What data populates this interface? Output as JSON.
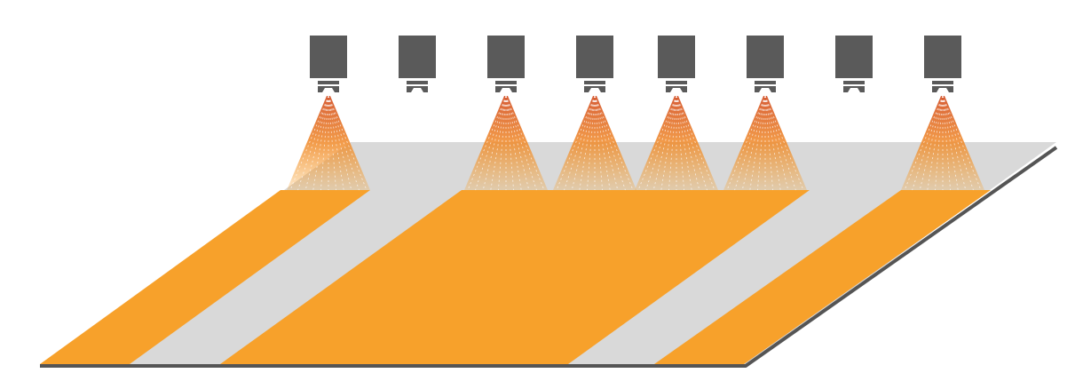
{
  "diagram": {
    "colors": {
      "background": "#ffffff",
      "surface": "#d9d9d9",
      "surface_edge": "#555555",
      "coating": "#f7a12b",
      "nozzle_body": "#5a5a5a",
      "spray_dark": "#d4542a",
      "spray_light": "#f7a12b"
    },
    "nozzles": [
      {
        "id": 1,
        "active": true
      },
      {
        "id": 2,
        "active": false
      },
      {
        "id": 3,
        "active": true
      },
      {
        "id": 4,
        "active": true
      },
      {
        "id": 5,
        "active": true
      },
      {
        "id": 6,
        "active": true
      },
      {
        "id": 7,
        "active": false
      },
      {
        "id": 8,
        "active": true
      }
    ]
  }
}
